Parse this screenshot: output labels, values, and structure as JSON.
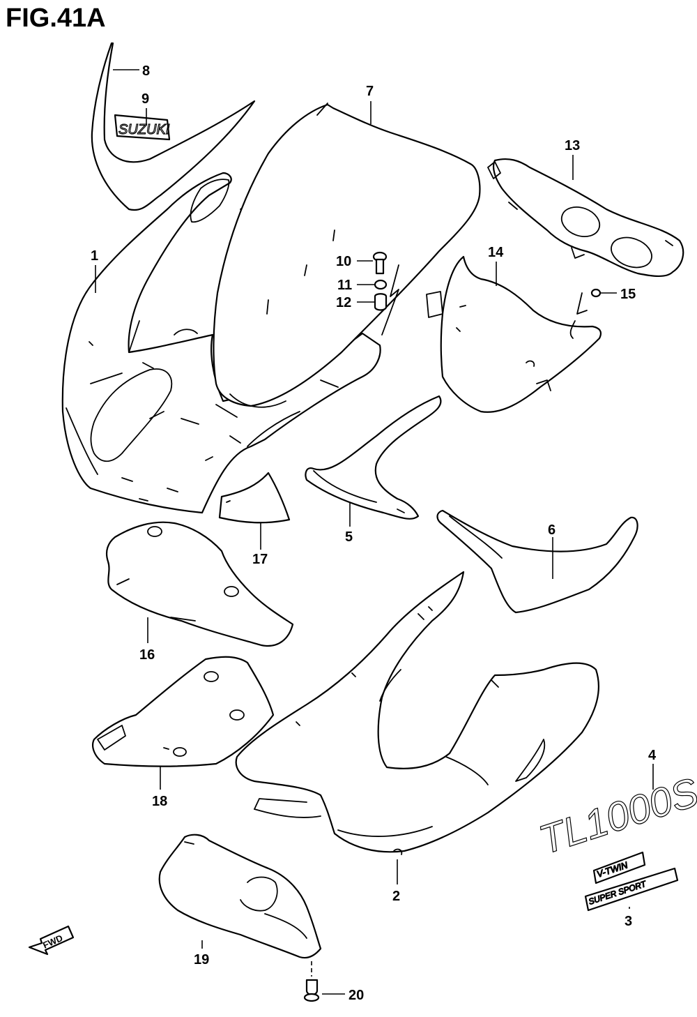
{
  "figure": {
    "title": "FIG.41A"
  },
  "callouts": {
    "c1": "1",
    "c2": "2",
    "c3": "3",
    "c4": "4",
    "c5": "5",
    "c6": "6",
    "c7": "7",
    "c8": "8",
    "c9": "9",
    "c10": "10",
    "c11": "11",
    "c12": "12",
    "c13": "13",
    "c14": "14",
    "c15": "15",
    "c16": "16",
    "c17": "17",
    "c18": "18",
    "c19": "19",
    "c20": "20"
  },
  "decals": {
    "suzuki": "SUZUKI",
    "model": "TL1000S",
    "vtwin": "V-TWIN",
    "sport": "SUPER SPORT"
  },
  "direction": {
    "fwd": "FWD"
  }
}
